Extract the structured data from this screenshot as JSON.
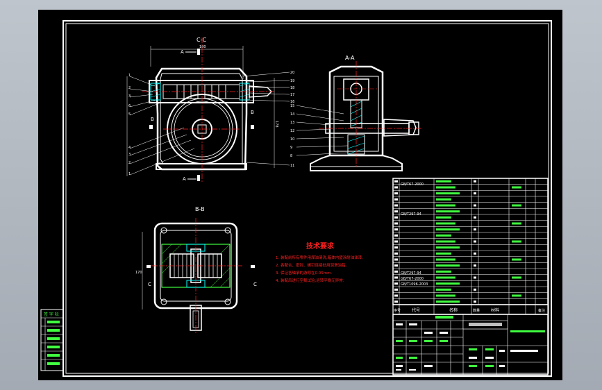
{
  "colors": {
    "background": "#000000",
    "frame": "#ffffff",
    "outline": "#ffffff",
    "centerline": "#ff2020",
    "hatch": "#00ffff",
    "dimension": "#ffffff",
    "accent_green": "#40ff40",
    "highlight": "#ff00ff",
    "window_bg": "#b0b7bf"
  },
  "views": {
    "cc": {
      "label": "C-C",
      "section_a_top": "A",
      "section_a_bottom": "A",
      "side_b_left": "B",
      "side_b_right": "B"
    },
    "aa": {
      "label": "A-A"
    },
    "bb": {
      "label": "B-B",
      "side_c_left": "C",
      "side_c_right": "C"
    }
  },
  "tech_requirements": {
    "title": "技术要求",
    "items": [
      "1. 装配前所有零件用煤油清洗,箱体内壁涂耐油油漆.",
      "2. 各配合、密封、螺钉连接处用润滑油脂.",
      "3. 保证各轴承的游隙在0.05mm.",
      "4. 装配后进行空载试验,运转平稳无异常."
    ]
  },
  "bom_standards": [
    "GB/T67-2000",
    "GB/T297-94",
    "GB/T297-94",
    "GB/T67-2000",
    "GB/T1096-2003"
  ],
  "title_block": {
    "headers": [
      "序号",
      "代号",
      "名称",
      "数量",
      "材料",
      "备注"
    ]
  },
  "left_stamp": {
    "header": "签 字 栏"
  }
}
